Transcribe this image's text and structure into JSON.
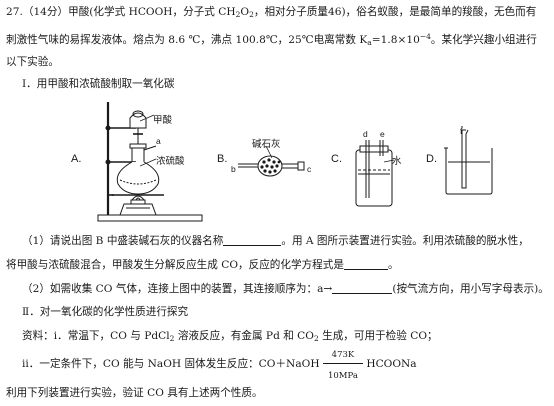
{
  "q27": {
    "line1_a": "27.（14分）甲酸(化学式 HCOOH，分子式 CH",
    "line1_b": "2",
    "line1_c": "O",
    "line1_d": "2",
    "line1_e": "，相对分子质量46)，俗名蚁酸，是最简单的羧酸，无色而有",
    "line2_a": "刺激性气味的易挥发液体。熔点为 8.6 ℃，沸点 100.8℃，25℃电离常数 K",
    "line2_b": "a",
    "line2_c": "=1.8×10",
    "line2_d": "−4",
    "line2_e": "。某化学兴趣小组进行",
    "line3": "以下实验。"
  },
  "section1": {
    "title": "Ⅰ．用甲酸和浓硫酸制取一氧化碳"
  },
  "figure": {
    "label_A": "A.",
    "label_B": "B.",
    "label_C": "C.",
    "label_D": "D.",
    "text_formic": "甲酸",
    "text_a": "a",
    "text_h2so4": "浓硫酸",
    "text_sodalime": "碱石灰",
    "text_b": "b",
    "text_c": "c",
    "text_d": "d",
    "text_e": "e",
    "text_water": "水",
    "text_f": "f"
  },
  "q1": {
    "line1_a": "（1）请说出图 B 中盛装碱石灰的仪器名称",
    "line1_b": "。用 A 图所示装置进行实验。利用浓硫酸的脱水性，",
    "line2_a": "将甲酸与浓硫酸混合，甲酸发生分解反应生成 CO，反应的化学方程式是",
    "line2_b": "。"
  },
  "q2": {
    "line_a": "（2）如需收集 CO 气体，连接上图中的装置，其连接顺序为：a→",
    "line_b": "(按气流方向，用小写字母表示)。"
  },
  "section2": {
    "title": "Ⅱ．对一氧化碳的化学性质进行探究",
    "info1_a": "资料：ⅰ．常温下，CO 与 PdCl",
    "info1_b": "2",
    "info1_c": " 溶液反应，有金属 Pd 和 CO",
    "info1_d": "2",
    "info1_e": " 生成，可用于检验 CO；",
    "info2_a": "ⅱ．一定条件下，CO 能与 NaOH 固体发生反应：CO＋NaOH",
    "cond_top": "473K",
    "cond_bottom": "10MPa",
    "info2_b": "HCOONa",
    "last": "利用下列装置进行实验，验证 CO 具有上述两个性质。"
  }
}
